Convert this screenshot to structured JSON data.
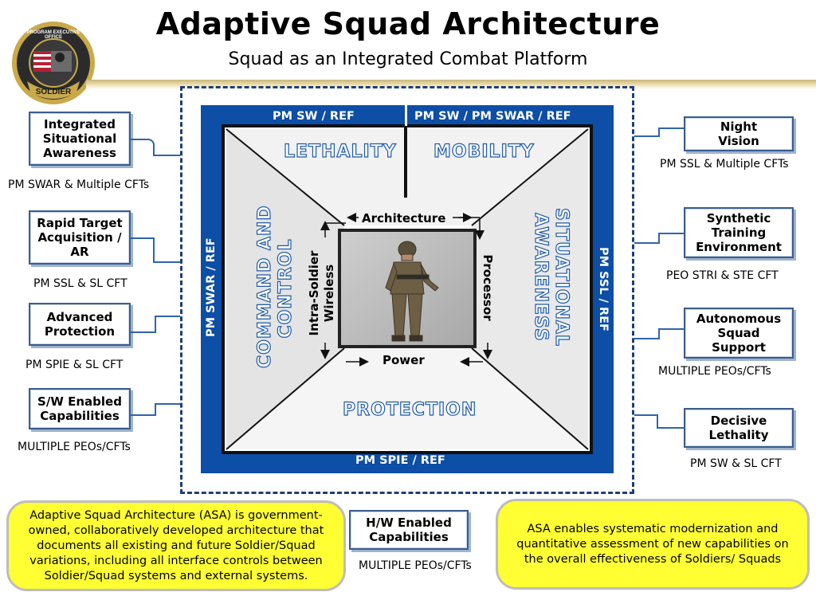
{
  "header": {
    "title": "Adaptive Squad Architecture",
    "subtitle": "Squad as an Integrated Combat Platform",
    "logo_top_text": "PROGRAM EXECUTIVE OFFICE",
    "logo_bottom_text": "SOLDIER"
  },
  "frame": {
    "top_left": "PM SW / REF",
    "top_right": "PM SW / PM SWAR / REF",
    "left": "PM SWAR / REF",
    "right": "PM SSL / REF",
    "bottom": "PM SPIE / REF"
  },
  "quadrants": {
    "top_left": "LETHALITY",
    "top_right": "MOBILITY",
    "left_1": "COMMAND AND",
    "left_2": "CONTROL",
    "right_1": "SITUATIONAL",
    "right_2": "AWARENESS",
    "bottom": "PROTECTION"
  },
  "architecture": {
    "top": "Architecture",
    "bottom": "Power",
    "left_1": "Intra-Soldier",
    "left_2": "Wireless",
    "right": "Processor"
  },
  "left_items": [
    {
      "label": "Integrated Situational Awareness",
      "sub": "PM SWAR & Multiple CFTs"
    },
    {
      "label": "Rapid Target Acquisition / AR",
      "sub": "PM SSL & SL CFT"
    },
    {
      "label": "Advanced Protection",
      "sub": "PM SPIE & SL CFT"
    },
    {
      "label": "S/W Enabled Capabilities",
      "sub": "MULTIPLE PEOs/CFTs"
    }
  ],
  "right_items": [
    {
      "label": "Night Vision",
      "sub": "PM SSL & Multiple CFTs"
    },
    {
      "label": "Synthetic Training Environment",
      "sub": "PEO STRI & STE CFT"
    },
    {
      "label": "Autonomous Squad Support",
      "sub": "MULTIPLE  PEOs/CFTs"
    },
    {
      "label": "Decisive Lethality",
      "sub": "PM SW & SL CFT"
    }
  ],
  "bottom_center": {
    "label": "H/W Enabled Capabilities",
    "sub": "MULTIPLE PEOs/CFTs"
  },
  "notes": {
    "left": "Adaptive Squad Architecture (ASA) is government-owned,  collaboratively developed architecture that documents all existing and future Soldier/Squad variations, including all interface controls between Soldier/Squad systems and external systems.",
    "right": "ASA enables systematic modernization and quantitative assessment of new capabilities  on the overall effectiveness of Soldiers/  Squads"
  },
  "colors": {
    "frame_blue": "#0d4ea6",
    "note_yellow": "#ffff33",
    "connector_blue": "#2e64b0"
  }
}
